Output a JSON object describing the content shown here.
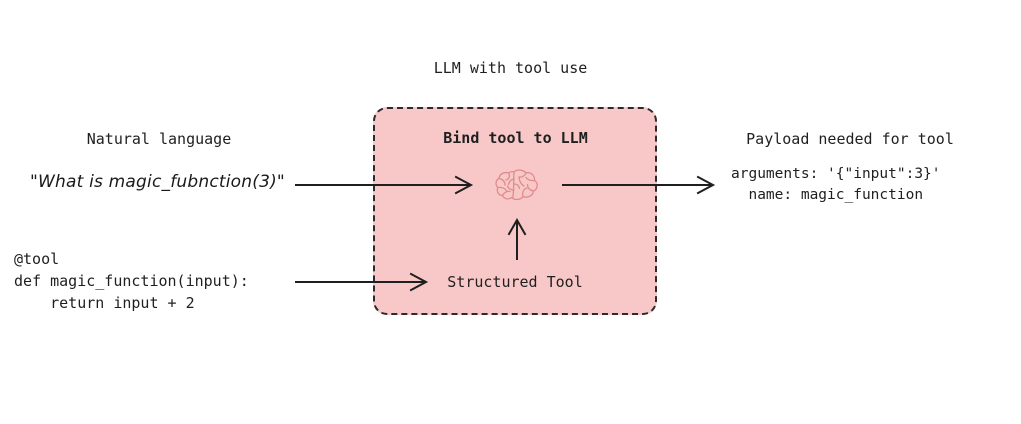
{
  "diagram": {
    "title": "LLM with tool use"
  },
  "left": {
    "heading": "Natural language",
    "sample_query": "\"What is magic_fubnction(3)\"",
    "code": "@tool\ndef magic_function(input):\n    return input + 2"
  },
  "panel": {
    "heading": "Bind tool to LLM",
    "inner_label": "Structured Tool",
    "icon": "brain-icon",
    "fill_color": "#f8c8c8",
    "border_color": "#2b2b2b",
    "border_style": "dashed"
  },
  "right": {
    "heading": "Payload needed for tool",
    "payload": "arguments: '{\"input\":3}'\n  name: magic_function"
  },
  "arrows": [
    {
      "name": "query-to-llm-arrow",
      "from": "natural-language-query",
      "to": "brain-icon"
    },
    {
      "name": "llm-to-payload-arrow",
      "from": "brain-icon",
      "to": "payload-block"
    },
    {
      "name": "code-to-structured-tool-arrow",
      "from": "tool-code",
      "to": "structured-tool-label"
    },
    {
      "name": "structured-tool-to-llm-arrow",
      "from": "structured-tool-label",
      "to": "brain-icon"
    }
  ]
}
